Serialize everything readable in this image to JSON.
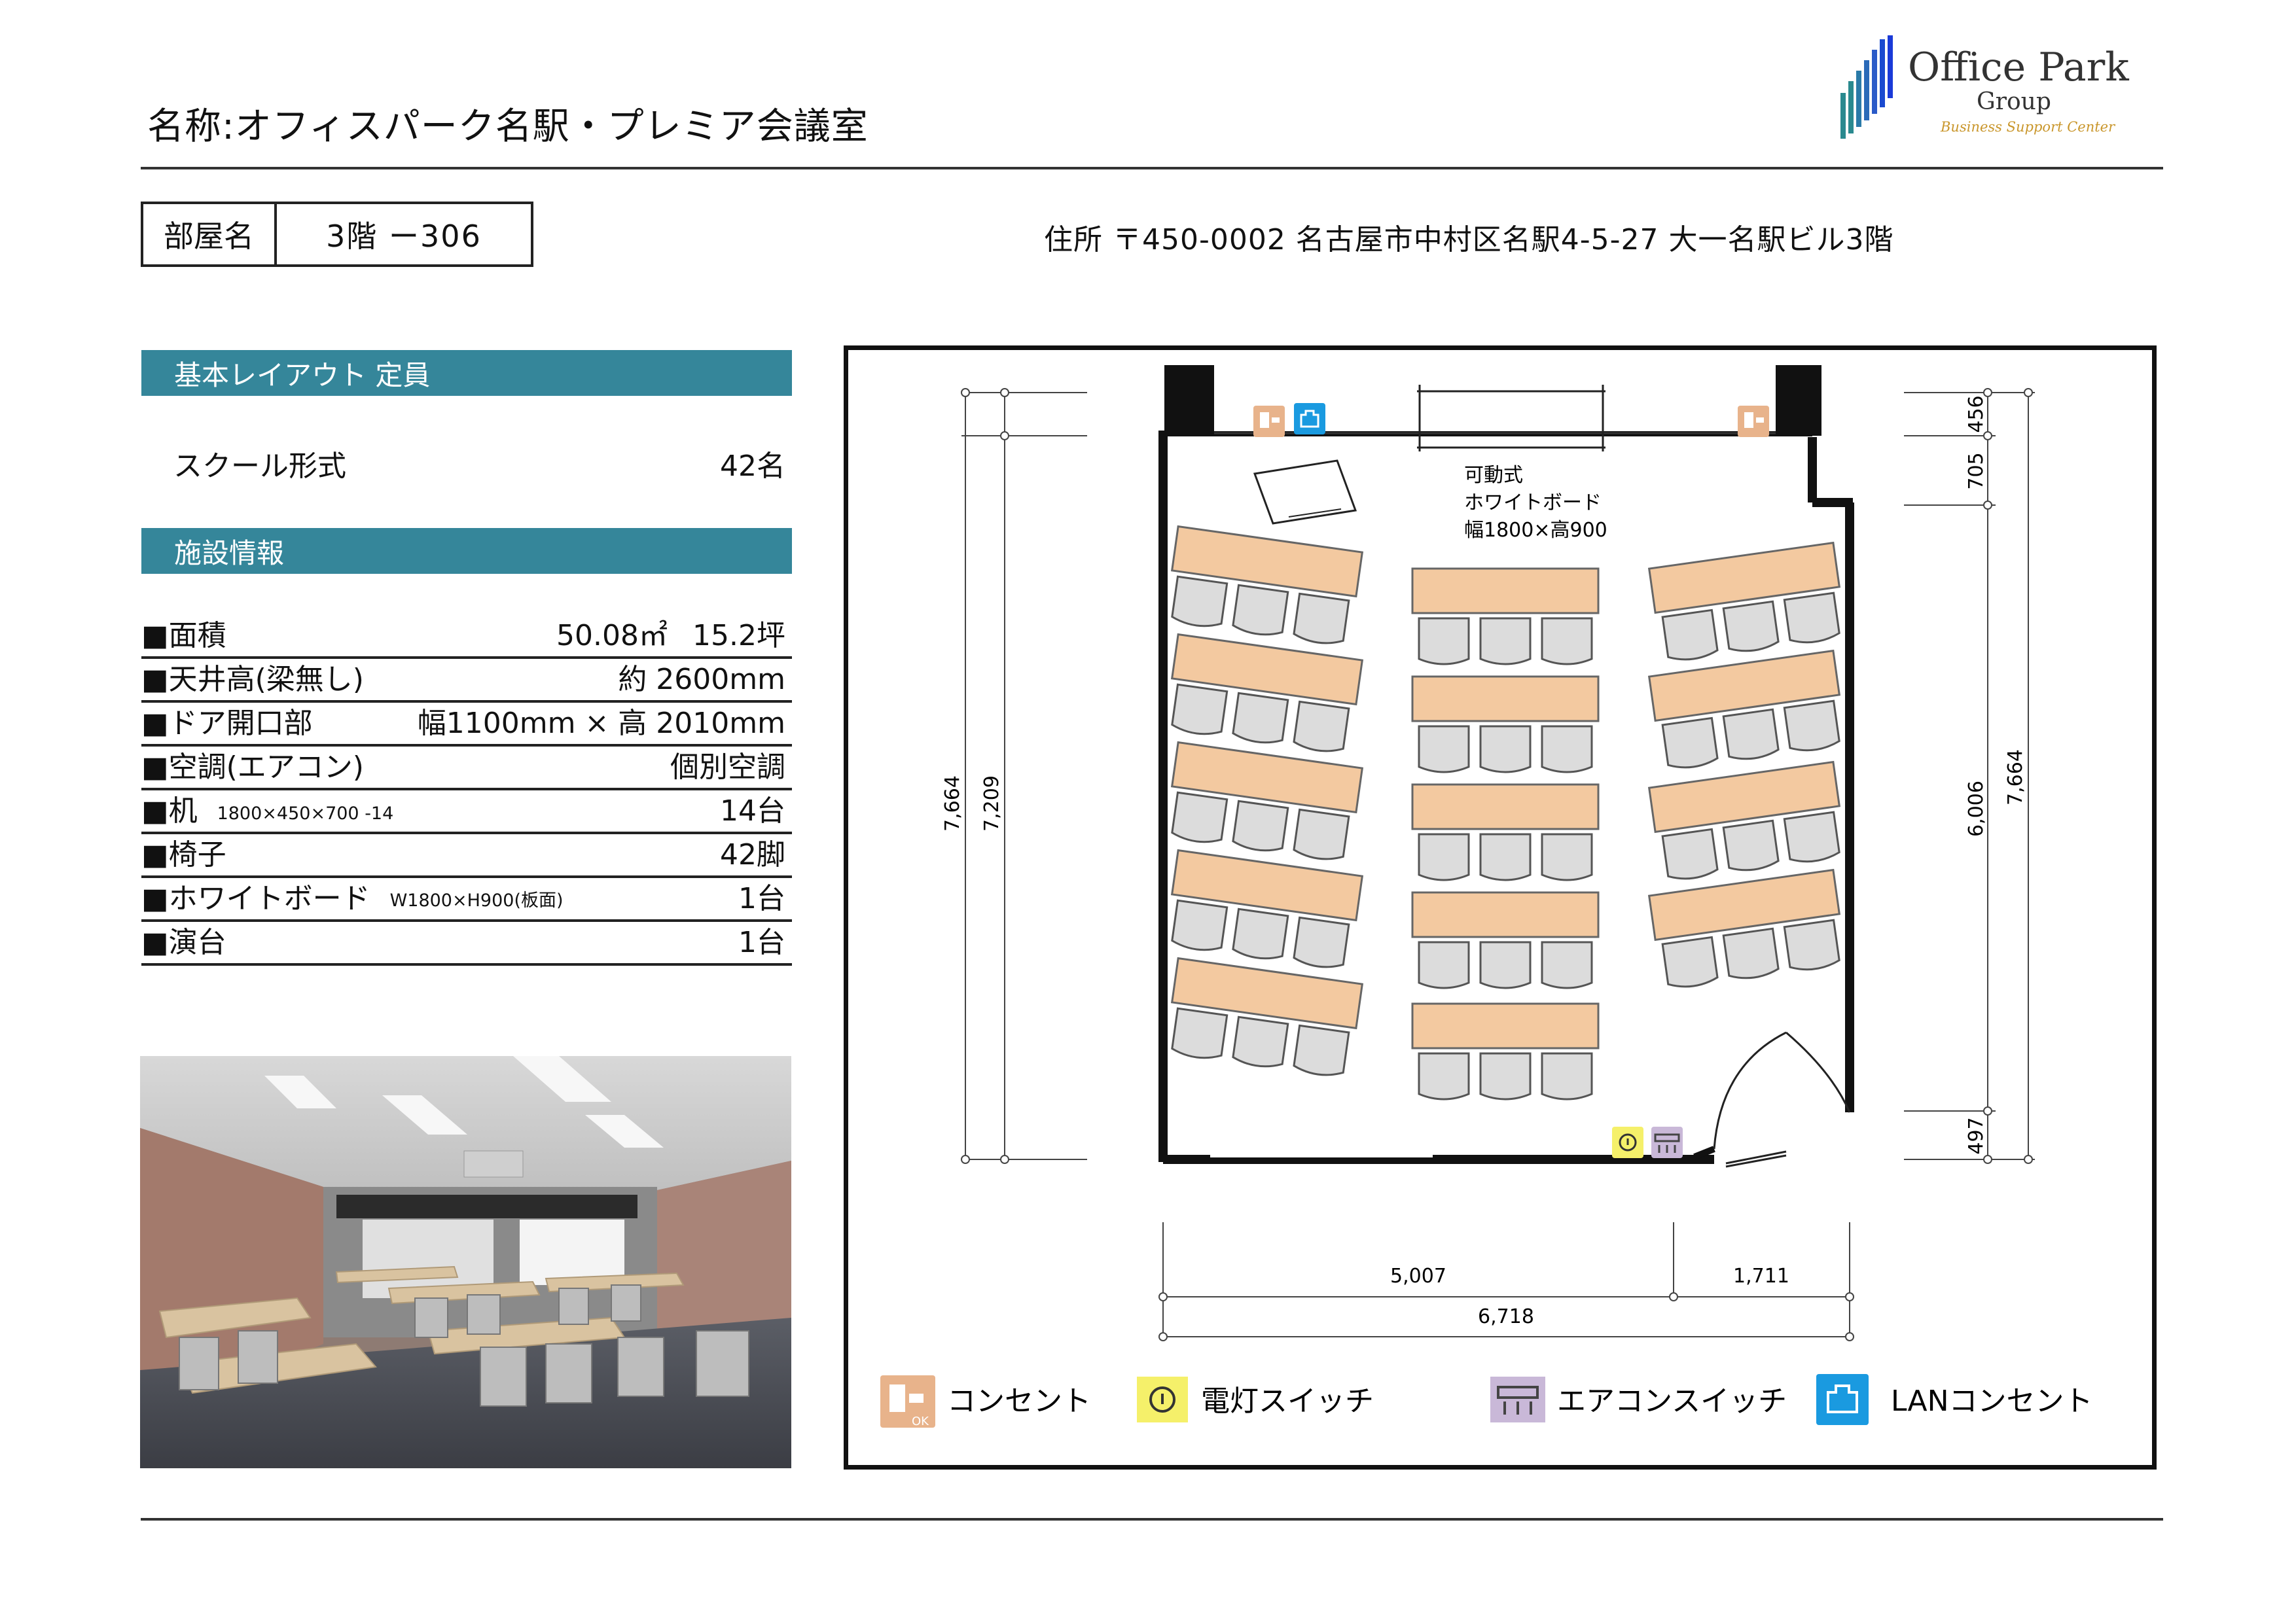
{
  "header": {
    "title": "名称:オフィスパーク名駅・プレミア会議室",
    "logo": {
      "title": "Office Park",
      "subtitle": "Group",
      "tagline": "Business Support Center"
    }
  },
  "room": {
    "label": "部屋名",
    "value": "3階 ー306"
  },
  "address": "住所 〒450-0002 名古屋市中村区名駅4-5-27 大一名駅ビル3階",
  "layout_section": {
    "title": "基本レイアウト 定員",
    "style": "スクール形式",
    "capacity": "42名"
  },
  "facility_section": {
    "title": "施設情報",
    "rows": [
      {
        "label": "■面積",
        "value_a": "50.08㎡",
        "value_b": "15.2坪"
      },
      {
        "label": "■天井高(梁無し)",
        "value": "約 2600mm"
      },
      {
        "label": "■ドア開口部",
        "value_mid": "幅1100mm × 高 2010mm"
      },
      {
        "label": "■空調(エアコン)",
        "value": "個別空調"
      },
      {
        "label": "■机",
        "note": "1800×450×700 -14",
        "value": "14台"
      },
      {
        "label": "■椅子",
        "value": "42脚"
      },
      {
        "label": "■ホワイトボード",
        "note": "W1800×H900(板面)",
        "value": "1台"
      },
      {
        "label": "■演台",
        "value": "1台"
      }
    ]
  },
  "floor_plan": {
    "whiteboard_note": [
      "可動式",
      "ホワイトボード",
      "幅1800×高900"
    ],
    "dimensions": {
      "left_outer": "7,664",
      "left_inner": "7,209",
      "right_top": "456",
      "right_second": "705",
      "right_middle": "6,006",
      "right_bottom": "497",
      "right_outer": "7,664",
      "bottom_left": "5,007",
      "bottom_right": "1,711",
      "bottom_total": "6,718"
    },
    "outlet_ok_label": "OK"
  },
  "legend": {
    "outlet": "コンセント",
    "light_switch": "電灯スイッチ",
    "aircon_switch": "エアコンスイッチ",
    "lan": "LANコンセント"
  },
  "colors": {
    "section_bar": "#35869a",
    "desk": "#f3c9a0",
    "chair": "#dcdcdc",
    "outlet": "#e8b38b",
    "light": "#f5f06a",
    "aircon": "#c9b8d8",
    "lan": "#1a9ae0",
    "logo_tagline": "#c9962b"
  }
}
